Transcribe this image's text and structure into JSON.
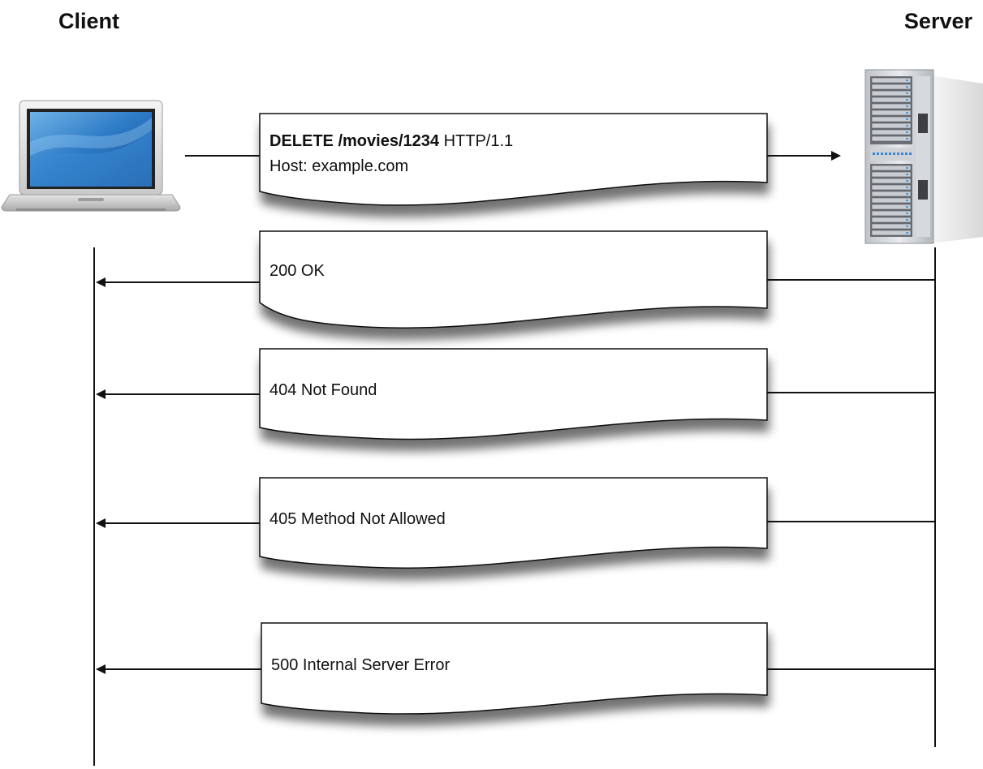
{
  "actors": {
    "client": "Client",
    "server": "Server"
  },
  "request": {
    "method": "DELETE",
    "path": "/movies/1234",
    "protocol": "HTTP/1.1",
    "host_line": "Host: example.com"
  },
  "responses": [
    {
      "status": "200 OK"
    },
    {
      "status": "404 Not Found"
    },
    {
      "status": "405 Method Not Allowed"
    },
    {
      "status": "500 Internal Server Error"
    }
  ],
  "colors": {
    "line": "#111111",
    "paper": "#ffffff",
    "shadow": "#777777"
  },
  "icons": {
    "client": "laptop-icon",
    "server": "server-rack-icon"
  }
}
